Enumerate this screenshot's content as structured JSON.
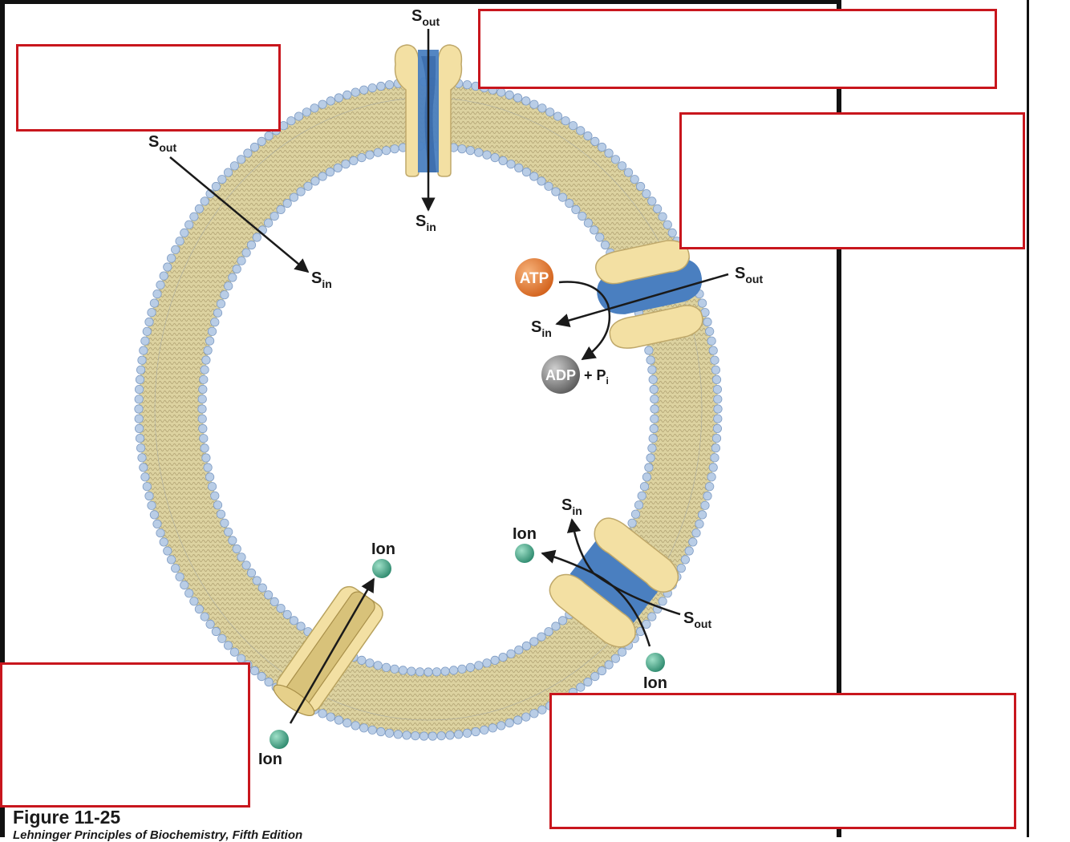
{
  "labels": {
    "s_out": "S",
    "s_out_sub": "out",
    "s_in": "S",
    "s_in_sub": "in",
    "ion": "Ion",
    "atp": "ATP",
    "adp": "ADP",
    "plus_p": "+ P",
    "p_sub": "i"
  },
  "figure": {
    "caption": "Figure 11-25",
    "source": "Lehninger Principles of Biochemistry, Fifth Edition"
  },
  "colors": {
    "box_border": "#c8161d",
    "head_group": "#b9cde6",
    "tail_band": "#ddd3a1",
    "protein_yellow": "#f3e0a3",
    "protein_blue": "#4a7fc0",
    "atp": "#e0752c",
    "adp": "#7a7a7a",
    "ion": "#3a9a7f"
  },
  "icons": [
    "arrow-icon",
    "ion-bead-icon",
    "atp-ball-icon",
    "adp-ball-icon"
  ]
}
